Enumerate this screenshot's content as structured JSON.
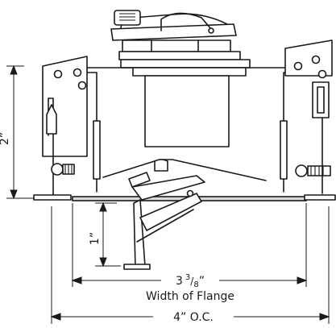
{
  "dimensions": {
    "height_label": "2”",
    "depth_label": "1”",
    "flange_whole": "3",
    "flange_num": "3",
    "flange_den": "8",
    "flange_unit": "”",
    "flange_caption": "Width of Flange",
    "spacing_label": "4” O.C."
  },
  "colors": {
    "line": "#1a1a1a",
    "fill": "#d9d9d9",
    "background": "#ffffff"
  }
}
